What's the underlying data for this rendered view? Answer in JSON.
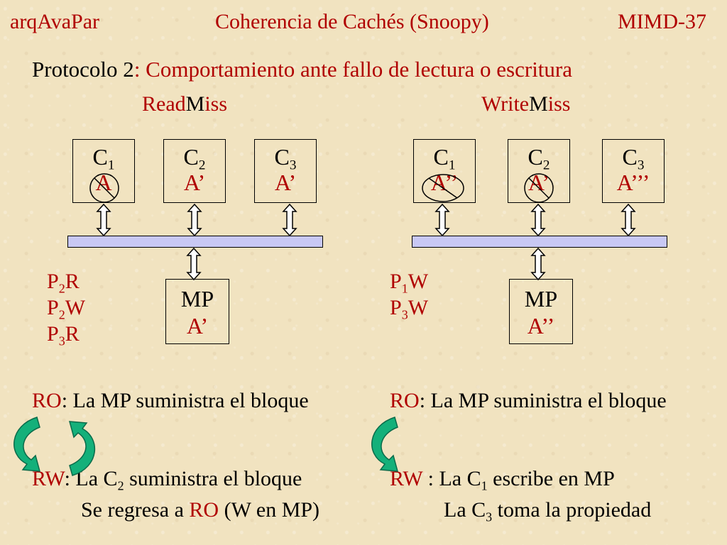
{
  "header": {
    "left": "arqAvaPar",
    "center": "Coherencia de Cachés (Snoopy)",
    "right": "MIMD-37"
  },
  "subtitle": {
    "lead": "Protocolo 2",
    "rest": ": Comportamiento ante fallo de lectura o escritura"
  },
  "read_miss": {
    "label": [
      "Read",
      "M",
      "iss"
    ],
    "caches": [
      {
        "name": "C",
        "sub": "1",
        "value": "A",
        "crossed": true
      },
      {
        "name": "C",
        "sub": "2",
        "value": "A’",
        "crossed": false
      },
      {
        "name": "C",
        "sub": "3",
        "value": "A’",
        "crossed": false
      }
    ],
    "mp": {
      "name": "MP",
      "value": "A’"
    },
    "ops": [
      {
        "p": "P",
        "sub": "2",
        "op": "R"
      },
      {
        "p": "P",
        "sub": "2",
        "op": "W"
      },
      {
        "p": "P",
        "sub": "3",
        "op": "R"
      }
    ],
    "ro": {
      "tag": "RO",
      "text": ": La MP suministra el bloque"
    },
    "rw": {
      "tag": "RW",
      "pre": ": La C",
      "sub": "2",
      "post": " suministra el bloque"
    },
    "rw2": {
      "pre": "Se regresa a ",
      "tag": "RO",
      "post": " (W en MP)"
    }
  },
  "write_miss": {
    "label": [
      "Write",
      "M",
      "iss"
    ],
    "caches": [
      {
        "name": "C",
        "sub": "1",
        "value": "A’’",
        "crossed": true
      },
      {
        "name": "C",
        "sub": "2",
        "value": "A’",
        "crossed": true
      },
      {
        "name": "C",
        "sub": "3",
        "value": "A’’’",
        "crossed": false
      }
    ],
    "mp": {
      "name": "MP",
      "value": "A’’"
    },
    "ops": [
      {
        "p": "P",
        "sub": "1",
        "op": "W"
      },
      {
        "p": "P",
        "sub": "3",
        "op": "W"
      }
    ],
    "ro": {
      "tag": "RO",
      "text": ": La MP suministra el bloque"
    },
    "rw": {
      "tag": "RW",
      "pre": " : La C",
      "sub": "1",
      "post": " escribe en MP"
    },
    "rw2": {
      "pre": "La C",
      "sub": "3",
      "post": " toma la propiedad"
    }
  },
  "colors": {
    "accent": "#b00000",
    "bus": "#c8c8f4",
    "cycle_arrow": "#14b07a",
    "background": "#f1e3c0"
  }
}
